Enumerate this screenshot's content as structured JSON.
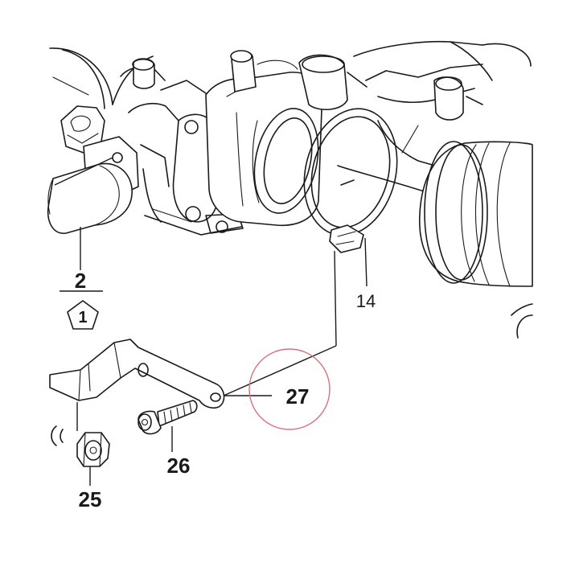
{
  "callouts": {
    "part_2": "2",
    "part_14": "14",
    "part_25": "25",
    "part_26": "26",
    "part_27": "27"
  },
  "badge": {
    "label": "1",
    "shape": "pentagon"
  },
  "highlight": {
    "target": "part_27",
    "color": "#d9707a"
  },
  "colors": {
    "ink": "#1a1a1a",
    "background": "#ffffff"
  }
}
